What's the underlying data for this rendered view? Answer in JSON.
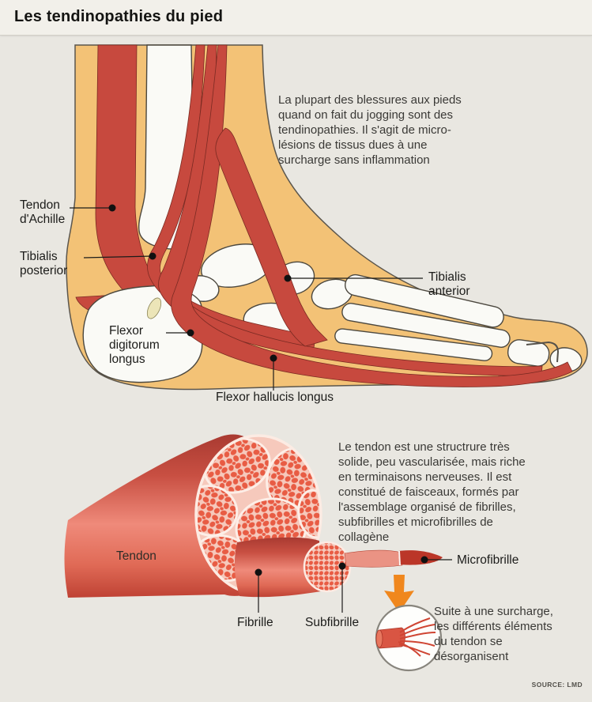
{
  "header": {
    "title": "Les tendinopathies du pied"
  },
  "foot_section": {
    "intro_text": "La plupart des blessures aux pieds\nquand on fait du jogging sont des\ntendinopathies. Il s'agit de micro-\nlésions de tissus dues à une\nsurcharge sans inflammation",
    "labels": {
      "achilles": "Tendon\nd'Achille",
      "tibialis_posterior": "Tibialis\nposterior",
      "flexor_digitorum": "Flexor\ndigitorum\nlongus",
      "tibialis_anterior": "Tibialis\nanterior",
      "flexor_hallucis": "Flexor hallucis longus"
    }
  },
  "tendon_section": {
    "description": "Le tendon est une structrure très\nsolide, peu vascularisée, mais riche\nen terminaisons nerveuses. Il est\nconstitué de faisceaux, formés par\nl'assemblage organisé de fibrilles,\nsubfibrilles et microfibrilles de\ncollagène",
    "labels": {
      "tendon": "Tendon",
      "fibrille": "Fibrille",
      "subfibrille": "Subfibrille",
      "microfibrille": "Microfibrille"
    },
    "overload_note": "Suite à une surcharge,\nles différents éléments\ndu tendon se\ndésorganisent"
  },
  "source": "SOURCE: LMD",
  "colors": {
    "background": "#e9e7e1",
    "header_bar": "#f2f0ea",
    "skin": "#f3c276",
    "tendon_red": "#c7493e",
    "bone_white": "#fafaf6",
    "cross_section_pink": "#f6c9bc",
    "fibril_dot_red": "#e85c44",
    "arrow_orange": "#f0871d",
    "leader_line": "#1c1c1a"
  }
}
